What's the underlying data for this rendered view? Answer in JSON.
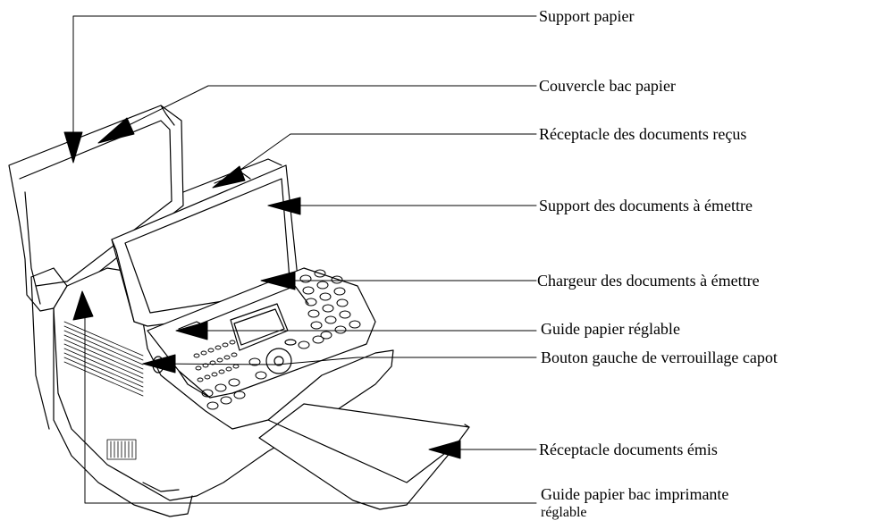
{
  "labels": {
    "support_papier": "Support papier",
    "couvercle_bac_papier": "Couvercle bac papier",
    "receptacle_documents_recus": "Réceptacle des documents reçus",
    "support_documents_emettre": "Support des documents à émettre",
    "chargeur_documents_emettre": "Chargeur des documents à émettre",
    "guide_papier_reglable": "Guide papier réglable",
    "bouton_verrouillage_capot": "Bouton gauche de verrouillage capot",
    "receptacle_documents_emis": "Réceptacle documents émis",
    "guide_papier_bac_imprimante_line1": "Guide papier bac imprimante",
    "guide_papier_bac_imprimante_line2": "réglable"
  },
  "colors": {
    "line": "#000000",
    "fill": "#ffffff"
  }
}
